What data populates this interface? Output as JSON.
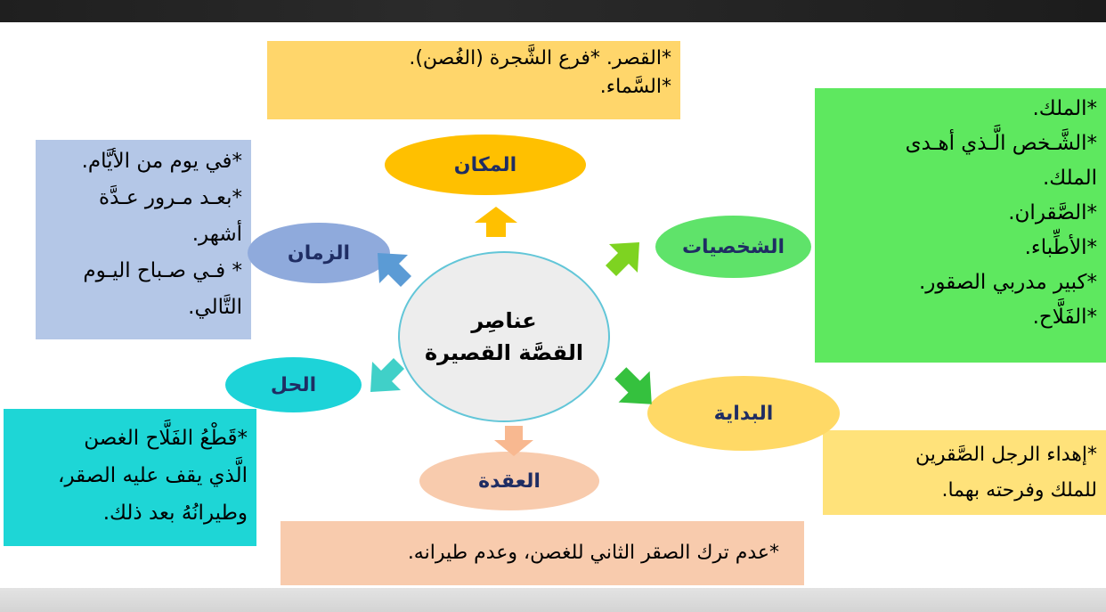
{
  "center": {
    "line1": "عناصِر",
    "line2": "القصَّة القصيرة"
  },
  "elements": {
    "place": {
      "label": "المكان",
      "color": "#ffc000",
      "lines": [
        "*القصر. *فرع الشَّجرة (الغُصن).",
        "*السَّماء."
      ],
      "box_color": "#ffd66b"
    },
    "characters": {
      "label": "الشخصيات",
      "color": "#5fe36a",
      "lines": [
        "*الملك.",
        "*الشَّـخص الَّـذي أهـدى",
        "الملك.",
        "*الصَّقران.",
        "*الأطِّباء.",
        "*كبير مدربي الصقور.",
        "*الفَلَّاح."
      ],
      "box_color": "#5ee85f"
    },
    "time": {
      "label": "الزمان",
      "color": "#8faadc",
      "lines": [
        "*في يوم من الأيَّام.",
        "*بعـد مـرور عـدَّة",
        "أشهر.",
        "* فـي صـباح اليـوم",
        "التَّالي."
      ],
      "box_color": "#b4c7e7"
    },
    "beginning": {
      "label": "البداية",
      "color": "#ffd966",
      "lines": [
        "*إهداء الرجل الصَّقرين",
        "للملك وفرحته بهما."
      ],
      "box_color": "#ffe27a"
    },
    "solution": {
      "label": "الحل",
      "color": "#1dd3d8",
      "lines": [
        "*قَطْعُ الفَلَّاح الغصن",
        "الَّذي يقف عليه الصقر،",
        "وطيرانُهُ بعد ذلك."
      ],
      "box_color": "#1ed6d6"
    },
    "complication": {
      "label": "العقدة",
      "color": "#f8cbad",
      "lines": [
        "*عدم ترك الصقر الثاني للغصن، وعدم طيرانه."
      ],
      "box_color": "#f8cbad"
    }
  }
}
